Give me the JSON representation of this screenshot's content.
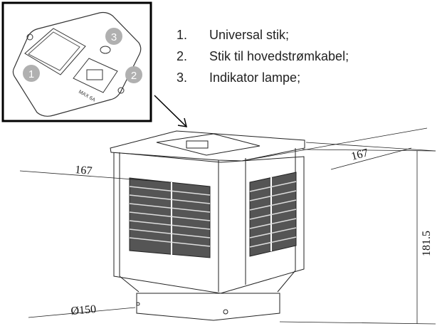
{
  "legend": [
    {
      "num": "1.",
      "text": "Universal stik;"
    },
    {
      "num": "2.",
      "text": "Stik til hovedstrømkabel;"
    },
    {
      "num": "3.",
      "text": "Indikator lampe;"
    }
  ],
  "inset": {
    "markers": [
      "1",
      "2",
      "3"
    ],
    "plate_text": "MAX 6A"
  },
  "dimensions": {
    "width_left": "167",
    "width_right": "167",
    "height": "181.5",
    "base_diameter": "Ø150"
  }
}
